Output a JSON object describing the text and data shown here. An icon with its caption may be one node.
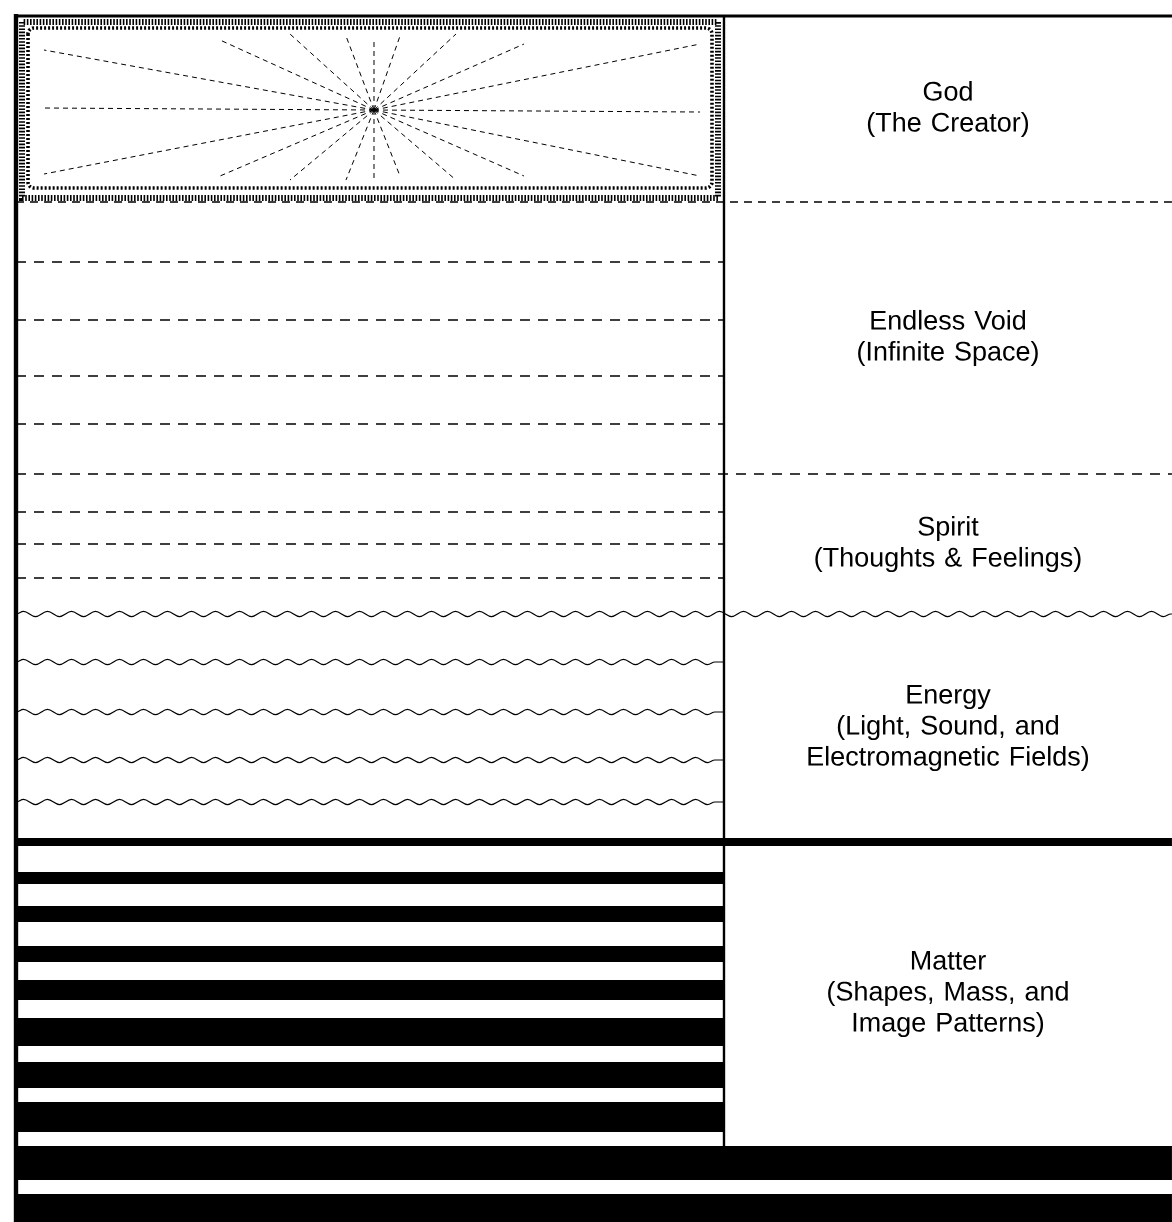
{
  "diagram": {
    "nodes": [
      {
        "text": [
          "God",
          "(The Creator)"
        ]
      },
      {
        "text": [
          "Endless Void",
          "(Infinite Space)"
        ]
      },
      {
        "text": [
          "Spirit",
          "(Thoughts & Feelings)"
        ]
      },
      {
        "text": [
          "Energy",
          "(Light, Sound, and Electromagnetic Fields)"
        ]
      },
      {
        "text": [
          "Matter",
          "(Shapes, Mass, and Image Patterns)"
        ]
      }
    ]
  }
}
